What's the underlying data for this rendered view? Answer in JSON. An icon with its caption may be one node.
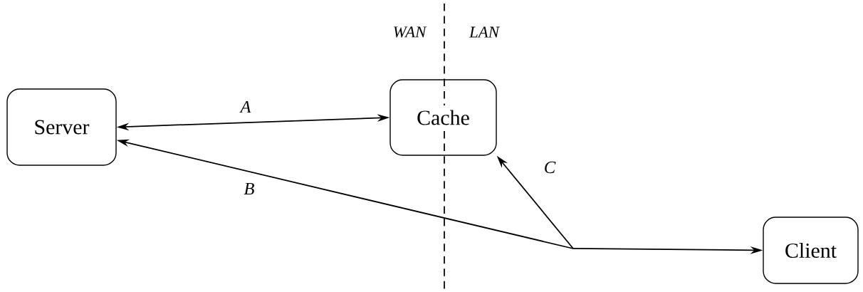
{
  "diagram": {
    "nodes": [
      {
        "text": [
          "Server"
        ]
      },
      {
        "text": [
          "Cache"
        ]
      },
      {
        "text": [
          "Client"
        ]
      }
    ],
    "edges": [
      {
        "from": 0,
        "to": 1,
        "arrow": "both",
        "label": "A"
      },
      {
        "from": null,
        "to": 0,
        "arrow": "to",
        "label": "B"
      },
      {
        "from": null,
        "to": 1,
        "arrow": "to",
        "label": "C"
      },
      {
        "from": null,
        "to": 2,
        "arrow": "to"
      }
    ],
    "labels": [
      "WAN",
      "LAN"
    ]
  }
}
